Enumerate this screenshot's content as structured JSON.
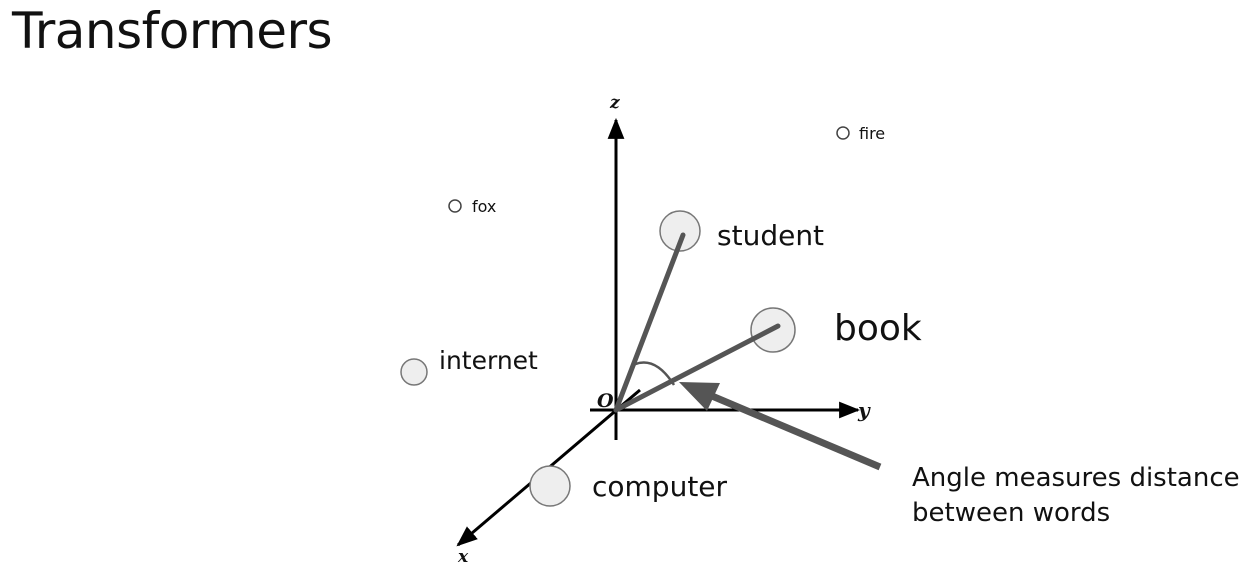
{
  "title": "Transformers",
  "axes": {
    "x": "x",
    "y": "y",
    "z": "z",
    "origin": "O"
  },
  "words": {
    "fox": "fox",
    "fire": "fire",
    "student": "student",
    "book": "book",
    "internet": "internet",
    "computer": "computer"
  },
  "annotation": {
    "line1": "Angle measures distance",
    "line2": "between words"
  },
  "colors": {
    "vector": "#555555",
    "point_fill": "#eeeeee",
    "point_stroke": "#777777",
    "axis": "#000000"
  }
}
